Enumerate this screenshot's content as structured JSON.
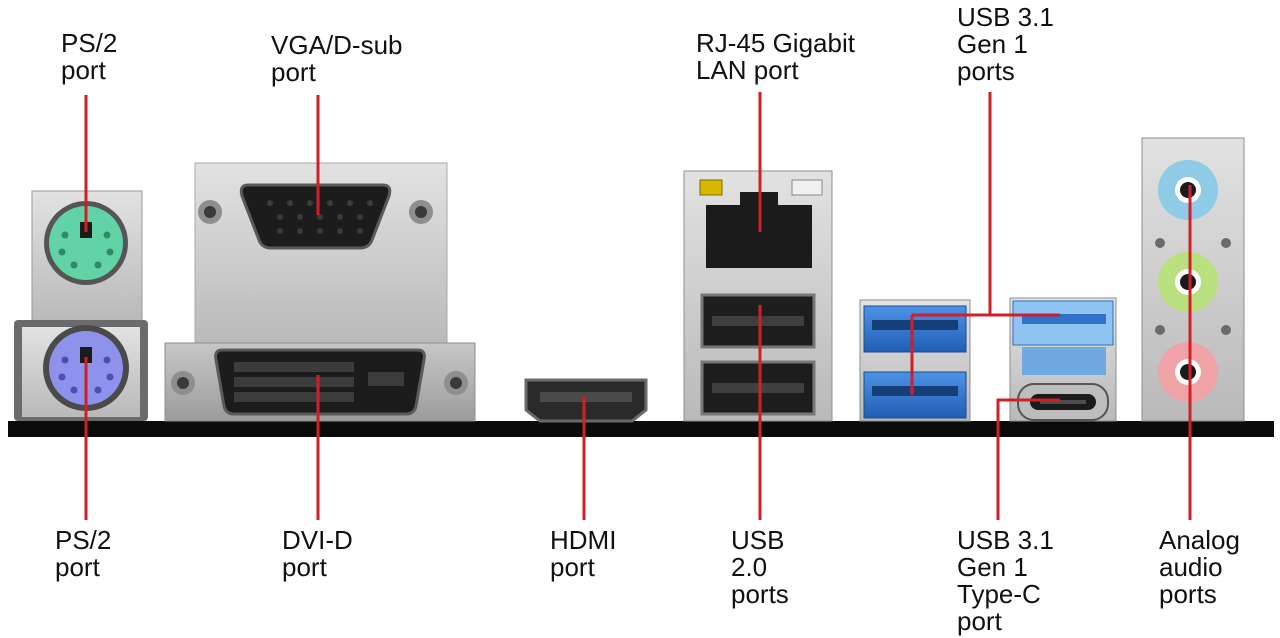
{
  "labels": {
    "ps2_top": "PS/2\nport",
    "vga": "VGA/D-sub\nport",
    "rj45": "RJ-45 Gigabit\nLAN port",
    "usb31_top": "USB 3.1\nGen 1\nports",
    "ps2_bottom": "PS/2\nport",
    "dvi": "DVI-D\nport",
    "hdmi": "HDMI\nport",
    "usb20": "USB\n2.0\nports",
    "usb31_typec": "USB 3.1\nGen 1\nType-C\nport",
    "audio": "Analog\naudio\nports"
  },
  "colors": {
    "leader_line": "#d11f2a",
    "ps2_mouse": "#62d3a6",
    "ps2_keyboard": "#8f92ea",
    "usb3": "#2f72c8",
    "audio_line_in": "#8fcbe6",
    "audio_line_out": "#b9e07f",
    "audio_mic": "#f0a3a7",
    "board": "#0b0b0b",
    "metal": "#d5d5d5"
  }
}
